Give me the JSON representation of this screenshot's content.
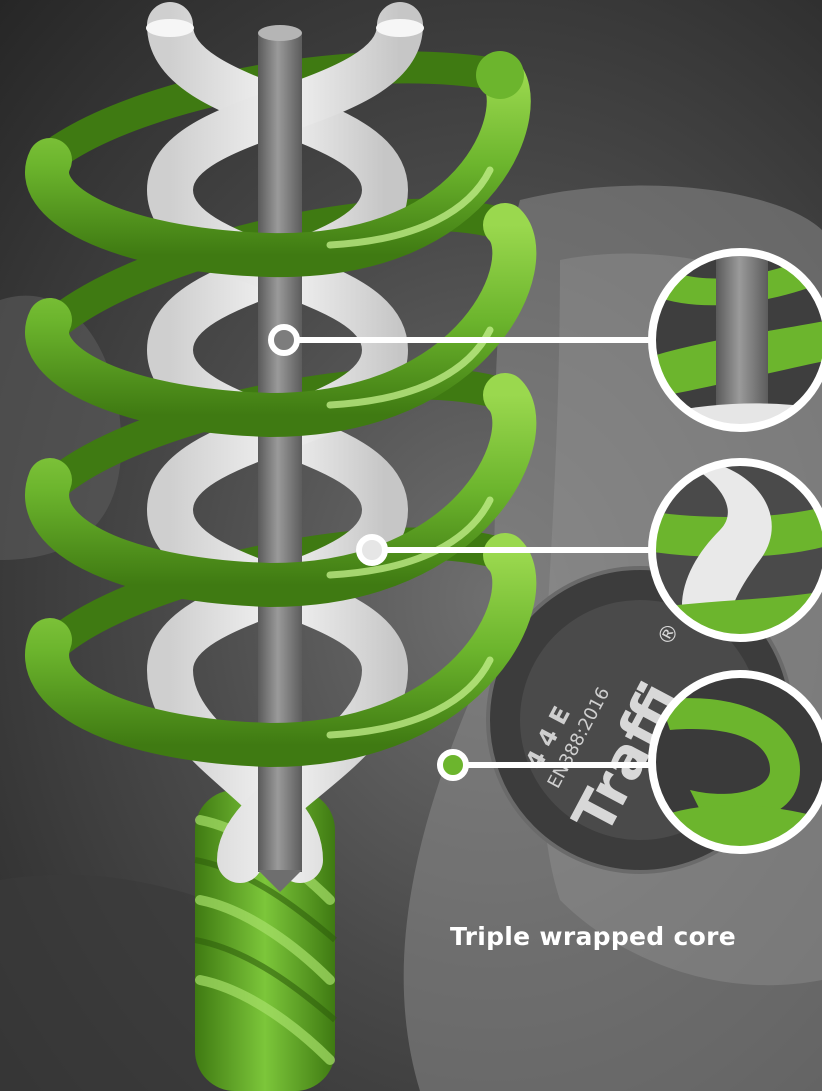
{
  "caption": "Triple wrapped core",
  "badge": {
    "brand": "Traffi",
    "registered_mark": "®",
    "standard": "EN388:2016",
    "rating": "4 4 E"
  },
  "callouts": [
    {
      "name": "inner-core-filament"
    },
    {
      "name": "white-twisted-yarn"
    },
    {
      "name": "green-wrap-yarn"
    }
  ],
  "colors": {
    "green": "#6cb52d",
    "green_dark": "#3f7a12",
    "white_yarn": "#e6e6e6",
    "core_gray": "#7d7d7d",
    "caption_text": "#ffffff",
    "callout_stroke": "#ffffff"
  }
}
